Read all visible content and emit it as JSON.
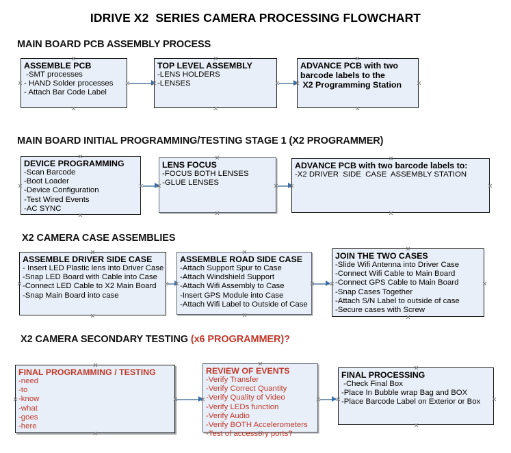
{
  "title": "IDRIVE X2  SERIES CAMERA PROCESSING FLOWCHART",
  "sections": [
    {
      "heading": "MAIN BOARD PCB ASSEMBLY PROCESS",
      "nodes": [
        {
          "title": "ASSEMBLE PCB",
          "lines": [
            " -SMT processes",
            "- HAND Solder processes",
            "- Attach Bar Code Label"
          ]
        },
        {
          "title": "TOP LEVEL ASSEMBLY",
          "lines": [
            "-LENS HOLDERS",
            "-LENSES"
          ]
        },
        {
          "title": "ADVANCE PCB with two",
          "lines": [
            "barcode labels to the",
            " X2 Programming Station"
          ]
        }
      ]
    },
    {
      "heading": "MAIN BOARD INITIAL PROGRAMMING/TESTING STAGE 1 (X2 PROGRAMMER)",
      "nodes": [
        {
          "title": "DEVICE PROGRAMMING",
          "lines": [
            "-Scan Barcode",
            "-Boot Loader",
            "-Device Configuration",
            "-Test Wired Events",
            "-AC SYNC"
          ]
        },
        {
          "title": "LENS FOCUS",
          "lines": [
            "-FOCUS BOTH LENSES",
            "-GLUE LENSES"
          ]
        },
        {
          "title": "ADVANCE PCB with two barcode labels to:",
          "lines": [
            "-X2 DRIVER  SIDE  CASE  ASSEMBLY STATION"
          ]
        }
      ]
    },
    {
      "heading": "X2 CAMERA CASE ASSEMBLIES",
      "nodes": [
        {
          "title": "ASSEMBLE DRIVER SIDE CASE",
          "lines": [
            "- Insert LED Plastic lens into Driver Case",
            "-Snap LED Board with Cable into Case",
            "-Connect LED Cable to X2 Main Board",
            "-Snap Main Board into case"
          ]
        },
        {
          "title": "ASSEMBLE ROAD SIDE CASE",
          "lines": [
            "-Attach Support Spur to Case",
            "-Attach Windshield Support",
            "-Attach Wifi Assembly to Case",
            "-Insert GPS Module into Case",
            "-Attach Wifi Label to Outside of Case"
          ]
        },
        {
          "title": "JOIN THE TWO CASES",
          "lines": [
            "-Slide Wifi Antenna into Driver Case",
            "-Connect Wifi Cable to Main Board",
            "-Connect GPS Cable to Main Board",
            "-Snap Cases Together",
            "-Attach S/N Label to outside of case",
            "-Secure cases with Screw"
          ]
        }
      ]
    },
    {
      "heading": "X2 CAMERA SECONDARY TESTING ",
      "heading_accent": "(x6 PROGRAMMER)?",
      "nodes": [
        {
          "title": "FINAL PROGRAMMING / TESTING",
          "lines": [
            "-need",
            "-to",
            "-know",
            "-what",
            "-goes",
            "-here"
          ]
        },
        {
          "title": "REVIEW OF EVENTS",
          "lines": [
            "-Verify Transfer",
            "-Verify Correct Quantity",
            "-Verify Quality of Video",
            "-Verify LEDs function",
            "-Verify Audio",
            "-Verify BOTH Accelerometers"
          ],
          "overflow_line": "-Test of accessory ports?"
        },
        {
          "title": "FINAL PROCESSING",
          "lines": [
            " -Check Final Box",
            "-Place In Bubble wrap Bag and BOX",
            "-Place Barcode Label on Exterior or Box"
          ]
        }
      ]
    }
  ],
  "colors": {
    "node_fill": "#E9EFF8",
    "node_border": "#1b1b1b",
    "accent_red": "#C0392B",
    "arrow_shaft": "#7c9ab5",
    "arrow_head": "#3a6ea8",
    "handle": "#7d7d7d"
  }
}
